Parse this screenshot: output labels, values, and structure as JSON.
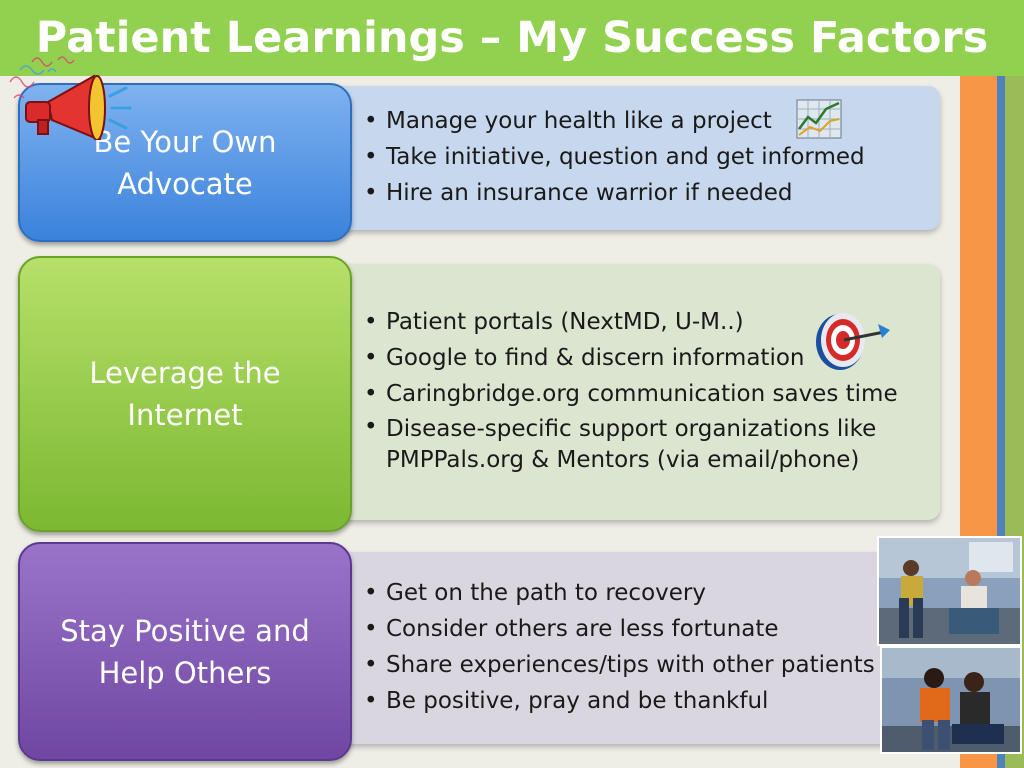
{
  "slide": {
    "title": "Patient Learnings – My Success Factors",
    "colors": {
      "title_bar": "#92d050",
      "stripe_orange": "#f79646",
      "stripe_blue": "#4f81bd",
      "stripe_green": "#9bbb59"
    }
  },
  "sections": [
    {
      "heading": "Be Your Own Advocate",
      "color": "#4a8fe0",
      "icon": "megaphone-icon",
      "bullet_icon": "chart-icon",
      "bullets": [
        "Manage your health like a project",
        "Take initiative, question and get informed",
        "Hire an insurance warrior if needed"
      ]
    },
    {
      "heading": "Leverage the Internet",
      "color": "#8cc63f",
      "bullet_icon": "target-icon",
      "bullets": [
        "Patient portals (NextMD, U-M..)",
        "Google to find & discern information",
        "Caringbridge.org communication saves time",
        "Disease-specific support organizations like PMPPals.org & Mentors (via email/phone)"
      ]
    },
    {
      "heading": "Stay Positive and Help Others",
      "color": "#7e57b8",
      "photos": [
        "patients-photo",
        "patients-photo"
      ],
      "bullets": [
        "Get on the path to recovery",
        "Consider others are less fortunate",
        "Share experiences/tips with other patients",
        "Be positive, pray and be thankful"
      ]
    }
  ]
}
